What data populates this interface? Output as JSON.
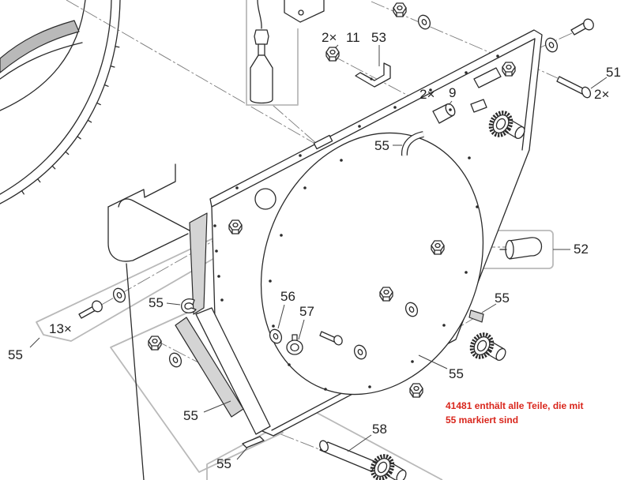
{
  "callouts": [
    {
      "label": "11",
      "qty": "2×"
    },
    {
      "label": "53"
    },
    {
      "label": "51",
      "qty": "2×"
    },
    {
      "label": "9",
      "qty": "2×"
    },
    {
      "label": "55"
    },
    {
      "label": "52"
    },
    {
      "label": "55"
    },
    {
      "label": "56"
    },
    {
      "label": "57"
    },
    {
      "label": "55"
    },
    {
      "label": "55",
      "qty": "13×"
    },
    {
      "label": "55"
    },
    {
      "label": "55"
    },
    {
      "label": "58"
    },
    {
      "label": "55"
    }
  ],
  "note": {
    "line1": "41481 enthält alle Teile, die mit",
    "line2": "55 markiert sind",
    "color": "#d9261c"
  }
}
